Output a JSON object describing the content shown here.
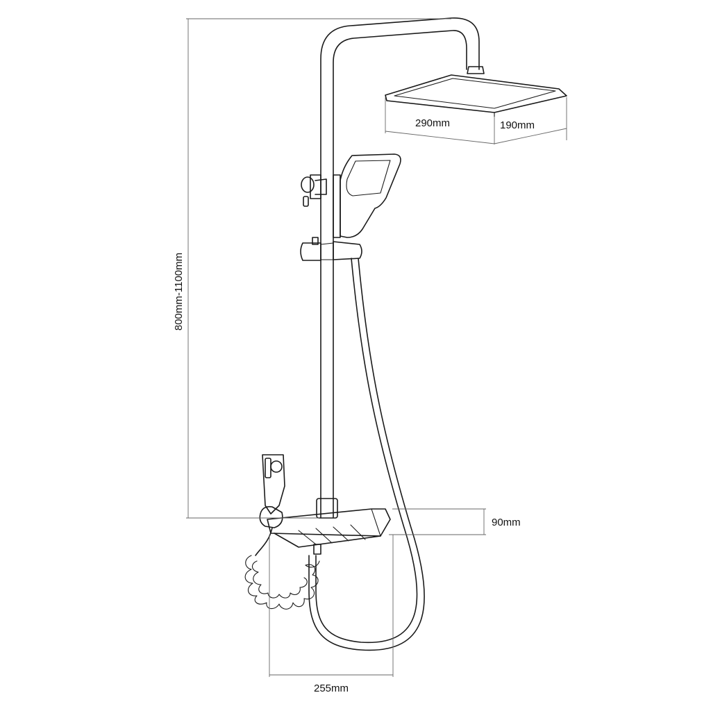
{
  "dimensions": {
    "height_range": "800mm-1100mm",
    "head_length": "290mm",
    "head_width": "190mm",
    "mixer_height": "90mm",
    "mixer_length": "255mm"
  },
  "colors": {
    "line": "#1a1a1a",
    "dimension_line": "#666666",
    "background": "#ffffff"
  }
}
